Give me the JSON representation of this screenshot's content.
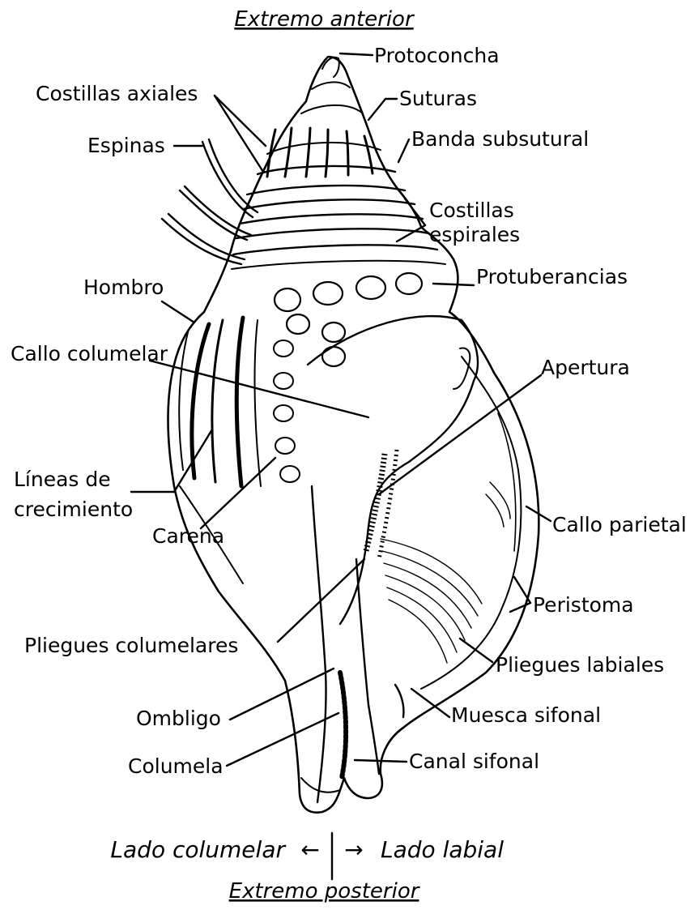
{
  "title_top": "Extremo anterior",
  "title_bottom": "Extremo posterior",
  "side_left": "Lado columelar",
  "side_right": "Lado labial",
  "arrow_left": "←",
  "arrow_right": "→",
  "labels": {
    "protoconcha": "Protoconcha",
    "suturas": "Suturas",
    "banda_subsutural": "Banda subsutural",
    "costillas_axiales": "Costillas axiales",
    "espinas": "Espinas",
    "costillas_espirales_1": "Costillas",
    "costillas_espirales_2": "espirales",
    "protuberancias": "Protuberancias",
    "hombro": "Hombro",
    "callo_columelar": "Callo columelar",
    "apertura": "Apertura",
    "lineas_crecimiento_1": "Líneas de",
    "lineas_crecimiento_2": "crecimiento",
    "callo_parietal": "Callo parietal",
    "carena": "Carena",
    "peristoma": "Peristoma",
    "pliegues_columelares": "Pliegues columelares",
    "pliegues_labiales": "Pliegues labiales",
    "muesca_sifonal": "Muesca sifonal",
    "ombligo": "Ombligo",
    "columela": "Columela",
    "canal_sifonal": "Canal sifonal"
  }
}
